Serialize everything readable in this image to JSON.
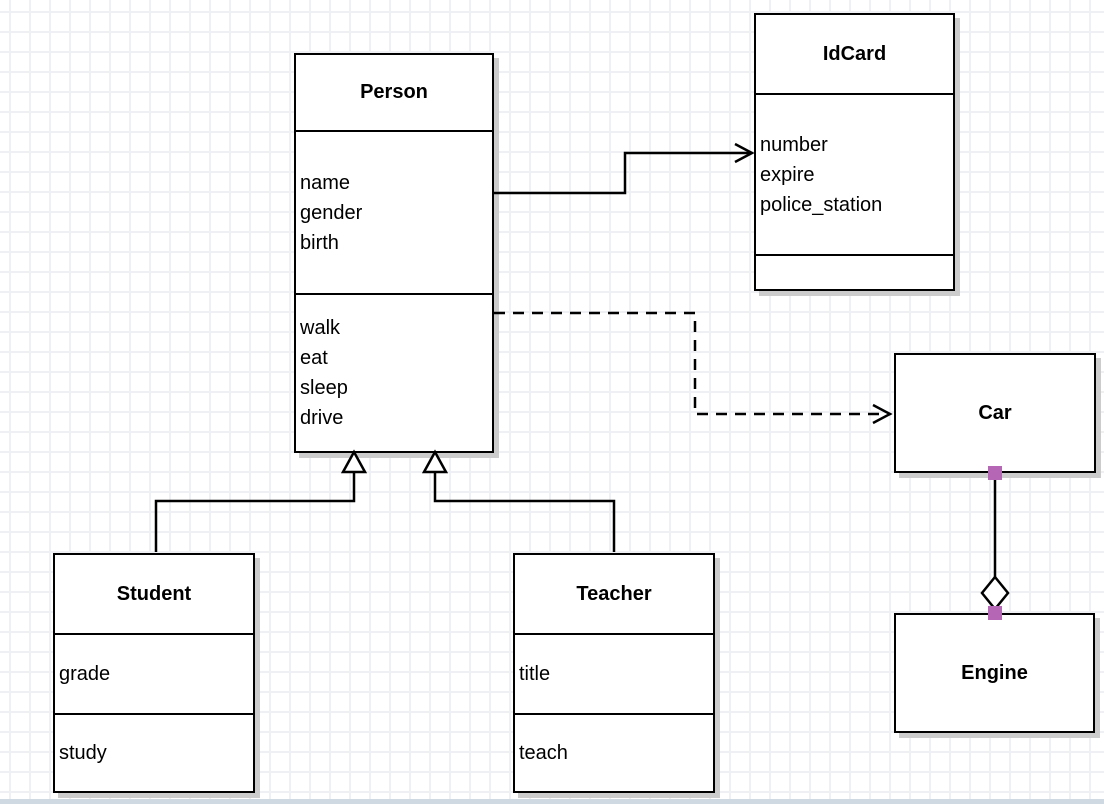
{
  "canvas": {
    "background": "#ffffff",
    "grid_color": "#eef0f3",
    "bottom_edge_color": "#cfd9e2",
    "shadow_color": "#cccccc",
    "line_color": "#000000",
    "endpoint_handle_color": "#b566b5"
  },
  "classes": {
    "person": {
      "name": "Person",
      "attributes": [
        "name",
        "gender",
        "birth"
      ],
      "methods": [
        "walk",
        "eat",
        "sleep",
        "drive"
      ]
    },
    "idcard": {
      "name": "IdCard",
      "attributes": [
        "number",
        "expire",
        "police_station"
      ],
      "methods": []
    },
    "car": {
      "name": "Car",
      "attributes": [],
      "methods": []
    },
    "engine": {
      "name": "Engine",
      "attributes": [],
      "methods": []
    },
    "student": {
      "name": "Student",
      "attributes": [
        "grade"
      ],
      "methods": [
        "study"
      ]
    },
    "teacher": {
      "name": "Teacher",
      "attributes": [
        "title"
      ],
      "methods": [
        "teach"
      ]
    }
  },
  "relationships": [
    {
      "from": "Person",
      "to": "IdCard",
      "type": "association",
      "line": "solid",
      "arrow": "open"
    },
    {
      "from": "Person",
      "to": "Car",
      "type": "dependency",
      "line": "dashed",
      "arrow": "open"
    },
    {
      "from": "Student",
      "to": "Person",
      "type": "generalization",
      "line": "solid",
      "arrow": "hollow-triangle"
    },
    {
      "from": "Teacher",
      "to": "Person",
      "type": "generalization",
      "line": "solid",
      "arrow": "hollow-triangle"
    },
    {
      "from": "Car",
      "to": "Engine",
      "type": "aggregation",
      "line": "solid",
      "arrow": "hollow-diamond",
      "selected": true
    }
  ]
}
